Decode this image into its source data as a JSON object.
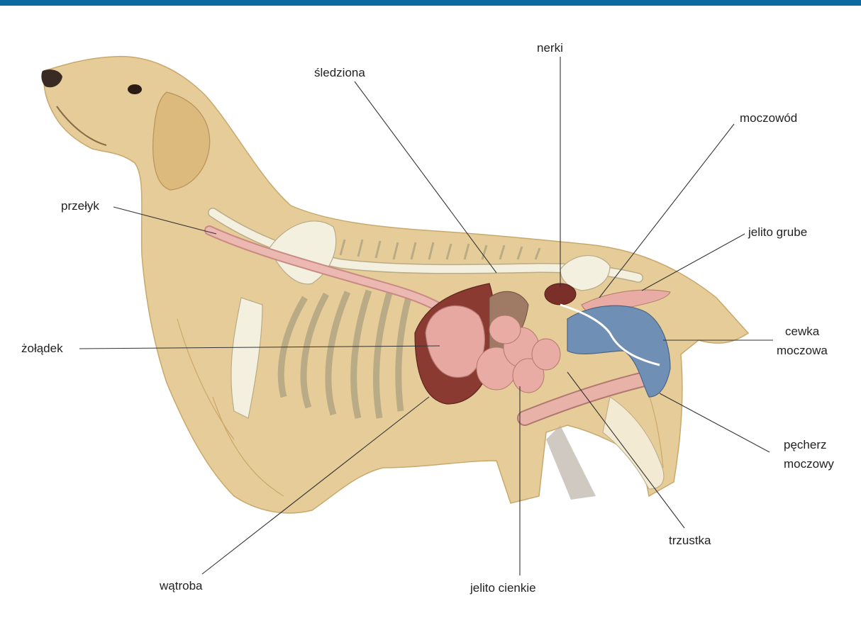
{
  "labels": {
    "nerki": "nerki",
    "sledziona": "śledziona",
    "moczowod": "moczowód",
    "przelyk": "przełyk",
    "jelito_grube": "jelito grube",
    "zoladek": "żołądek",
    "cewka_1": "cewka",
    "cewka_2": "moczowa",
    "pecherz_1": "pęcherz",
    "pecherz_2": "moczowy",
    "trzustka": "trzustka",
    "watroba": "wątroba",
    "jelito_cienkie": "jelito cienkie"
  },
  "colors": {
    "top_bar": "#0b6aa0",
    "fur": "#e6cc98",
    "bone": "#f4f0e0",
    "organ_pink": "#e7a8a2",
    "liver": "#8a3a30",
    "bladder": "#6f8fb4"
  }
}
